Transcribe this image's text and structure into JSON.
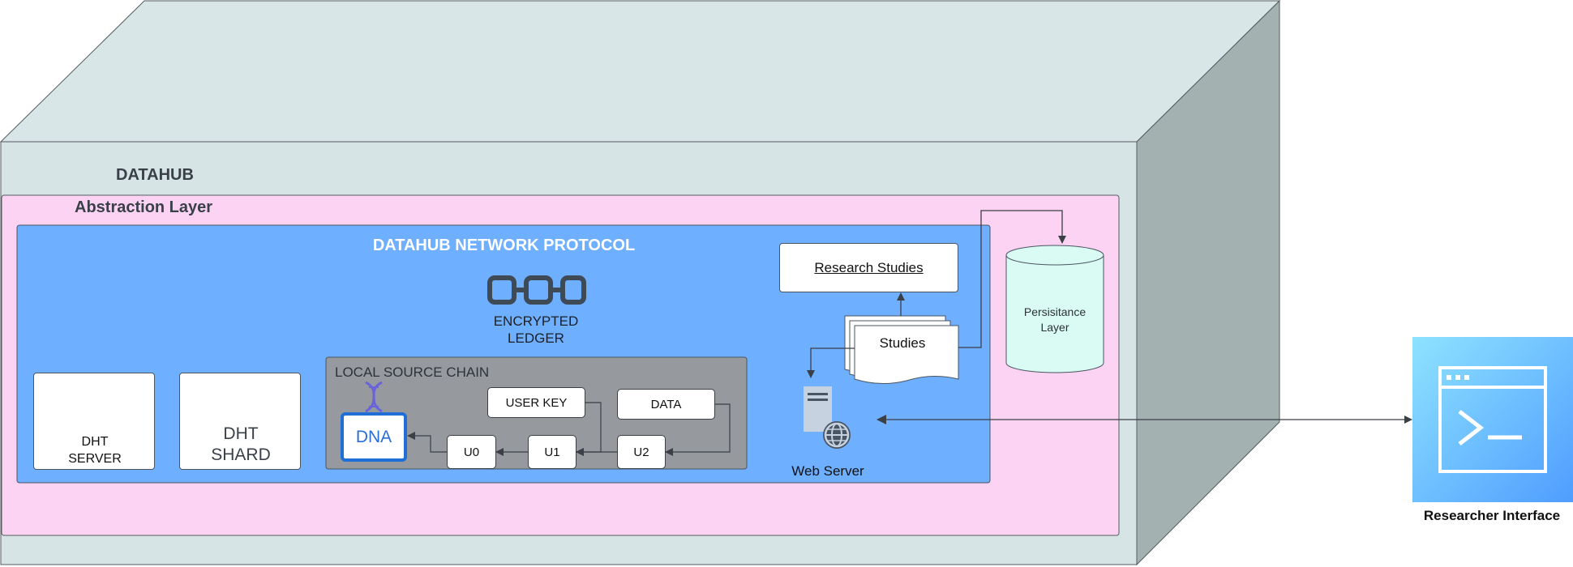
{
  "datahub": {
    "title": "DATAHUB"
  },
  "abstraction": {
    "title": "Abstraction Layer"
  },
  "protocol": {
    "title": "DATAHUB NETWORK PROTOCOL"
  },
  "ledger": {
    "line1": "ENCRYPTED",
    "line2": "LEDGER",
    "icon": "chain-link-icon"
  },
  "dht_server": {
    "line1": "DHT",
    "line2": "SERVER",
    "icon": "dht-server-eye-icon"
  },
  "dht_shard": {
    "line1": "DHT",
    "line2": "SHARD",
    "icon": "network-mesh-icon"
  },
  "source_chain": {
    "title": "LOCAL SOURCE CHAIN",
    "dna": "DNA",
    "dna_icon": "dna-helix-icon",
    "user_key": "USER KEY",
    "data": "DATA",
    "u0": "U0",
    "u1": "U1",
    "u2": "U2"
  },
  "research_studies": {
    "label": "Research Studies"
  },
  "studies": {
    "label": "Studies"
  },
  "web_server": {
    "label": "Web Server",
    "icon": "web-server-globe-icon"
  },
  "persistence": {
    "line1": "Persisitance",
    "line2": "Layer"
  },
  "researcher": {
    "label": "Researcher Interface",
    "icon": "terminal-window-icon"
  },
  "colors": {
    "box_front": "#d6e4e6",
    "box_top": "#d8e6e7",
    "box_side": "#a3b1b1",
    "abstraction": "#fdd3f4",
    "protocol": "#6eafff",
    "source_chain": "#969a9f",
    "persistence": "#d9fbf4",
    "web_server": "#4a5563"
  }
}
